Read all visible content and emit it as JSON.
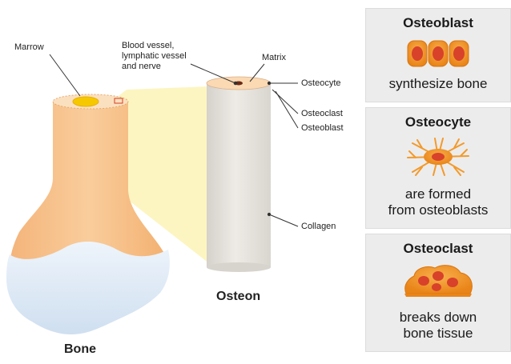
{
  "bone": {
    "title": "Bone",
    "labels": {
      "marrow": "Marrow",
      "vessels": "Blood vessel,\nlymphatic vessel\nand nerve",
      "matrix": "Matrix"
    }
  },
  "osteon": {
    "title": "Osteon",
    "labels": {
      "osteocyte": "Osteocyte",
      "osteoclast": "Osteoclast",
      "osteoblast": "Osteoblast",
      "collagen": "Collagen"
    }
  },
  "cards": [
    {
      "title": "Osteoblast",
      "description": "synthesize bone",
      "icon": "osteoblast-cells-icon"
    },
    {
      "title": "Osteocyte",
      "description": "are formed\nfrom osteoblasts",
      "icon": "osteocyte-cell-icon"
    },
    {
      "title": "Osteoclast",
      "description": "breaks down\nbone tissue",
      "icon": "osteoclast-cell-icon"
    }
  ],
  "colors": {
    "bone_shaft": "#f7c38f",
    "bone_head": "#dde9f5",
    "marrow": "#f6c800",
    "osteon": "#e7e3dd",
    "magnify_cone": "#fbf3b6",
    "cell_orange": "#f39a2c",
    "nucleus_red": "#d8412a",
    "card_bg": "#ececec"
  }
}
